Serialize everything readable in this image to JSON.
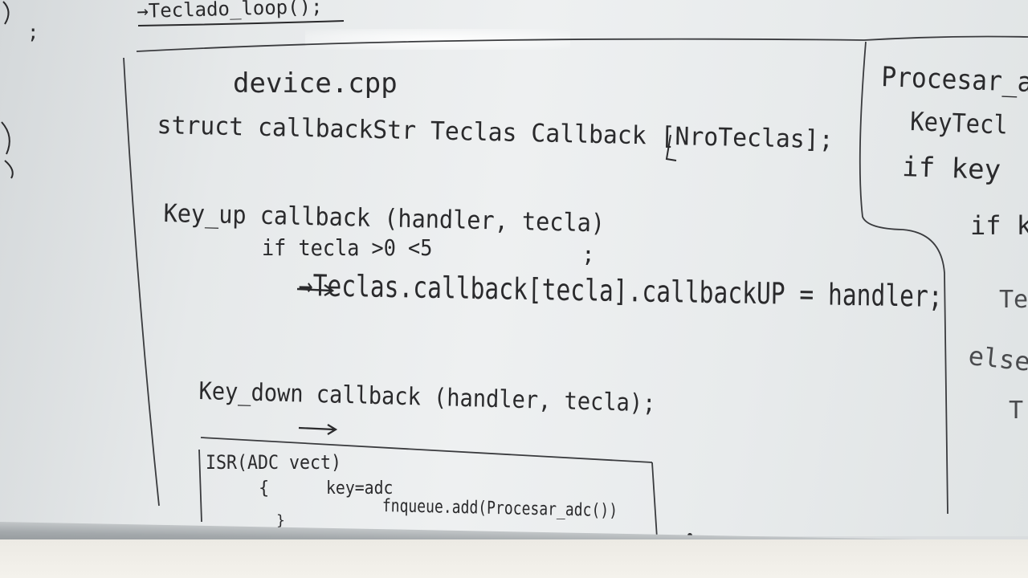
{
  "board": {
    "top_line": "→Teclado_loop();",
    "left_margin": ";",
    "left_panel": {
      "filename": "device.cpp",
      "struct_line": "struct callbackStr Teclas Callback [NroTeclas];",
      "key_up": {
        "signature": "Key_up callback (handler, tecla)",
        "semicolon": ";",
        "condition": "if tecla >0 <5",
        "assignment": "→Teclas.callback[tecla].callbackUP = handler;"
      },
      "key_down": {
        "signature": "Key_down callback (handler, tecla);",
        "arrow": "→"
      },
      "isr": {
        "header": "ISR(ADC vect)",
        "open_brace": "{",
        "body_1": "key=adc",
        "body_2": "fnqueue.add(Procesar_adc())",
        "close_brace": "}"
      }
    },
    "right_panel": {
      "line_1": "Procesar_ac",
      "line_2": "KeyTecl",
      "line_3": "if key",
      "line_4": "if k",
      "line_5": "Tec",
      "line_6": "else",
      "line_7": "T"
    }
  }
}
